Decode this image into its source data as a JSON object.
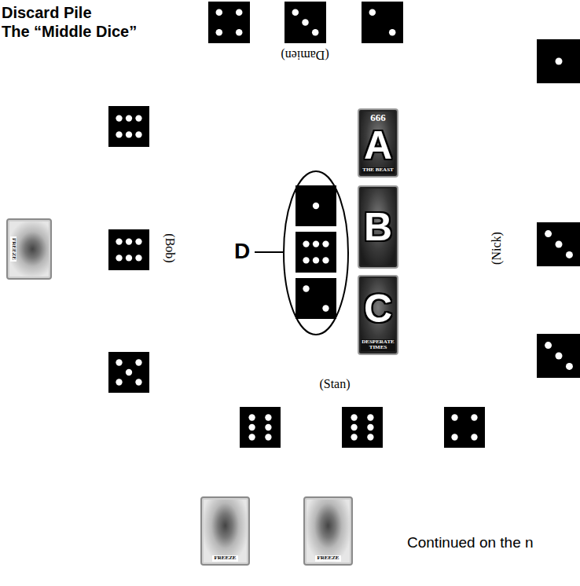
{
  "diagram": {
    "nodes": [
      {
        "text": [
          "666",
          "A",
          "THE BEAST"
        ]
      },
      {
        "text": [
          "B"
        ]
      },
      {
        "text": [
          "C",
          "DESPERATE TIMES"
        ]
      },
      {
        "text": [
          "FREEZE"
        ]
      },
      {
        "text": [
          "FREEZE"
        ]
      },
      {
        "text": [
          "FREEZE"
        ]
      }
    ],
    "labels": [
      "Discard Pile",
      "The “Middle Dice”",
      "(Damien)",
      "(Bob)",
      "(Nick)",
      "D",
      "(Stan)",
      "Continued on the n"
    ]
  }
}
